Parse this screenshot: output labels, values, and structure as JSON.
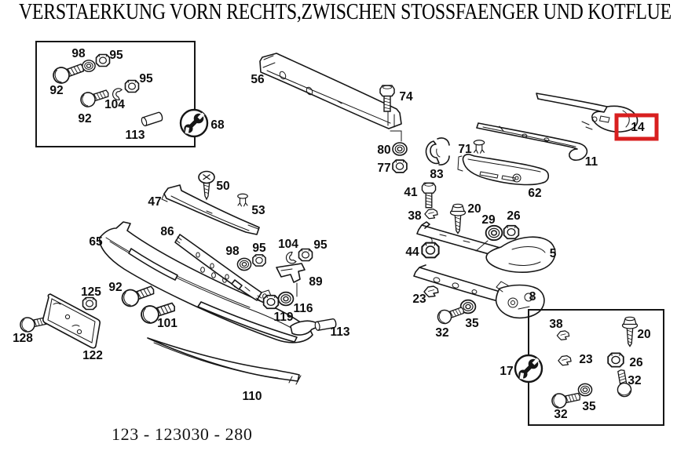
{
  "title": "VERSTAERKUNG VORN RECHTS,ZWISCHEN STOSSFAENGER UND KOTFLUE",
  "drawing_number": "123 - 123030 - 280",
  "highlight": {
    "part_number": "14",
    "box_color": "#d81f1f"
  },
  "colors": {
    "line": "#161616",
    "background": "#ffffff",
    "highlight": "#d81f1f"
  },
  "icons": {
    "kit_badge": "open-end-wrench"
  },
  "callouts": {
    "kit_box_top_left": [
      "98",
      "95",
      "92",
      "95",
      "104",
      "92",
      "113"
    ],
    "kit_box_top_left_wrench": "68",
    "crossmember_group": [
      "56",
      "74",
      "80",
      "77"
    ],
    "fender_strip_group": [
      "14",
      "11",
      "71",
      "83",
      "62"
    ],
    "bracket_group": [
      "41",
      "38",
      "20",
      "29",
      "26",
      "44",
      "5",
      "23",
      "8",
      "32",
      "35"
    ],
    "kit_box_bottom_right": [
      "38",
      "20",
      "23",
      "26",
      "32",
      "35",
      "32"
    ],
    "kit_box_bottom_right_wrench": "17",
    "bumper_group": [
      "47",
      "50",
      "53",
      "86",
      "65",
      "98",
      "95",
      "104",
      "95",
      "89",
      "92",
      "125",
      "101",
      "119",
      "116",
      "113",
      "128",
      "122",
      "110"
    ]
  }
}
